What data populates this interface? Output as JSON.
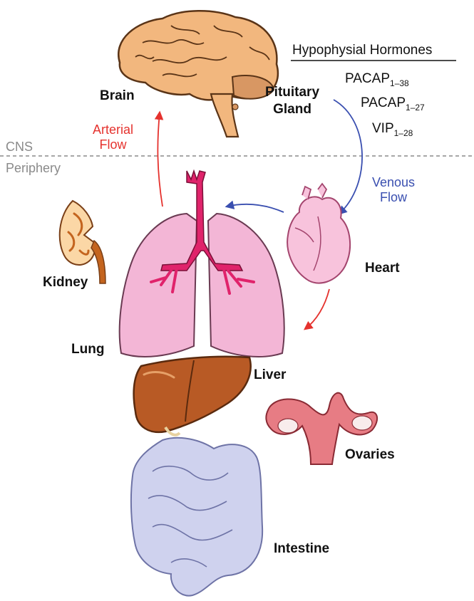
{
  "hormones": {
    "heading": "Hypophysial Hormones",
    "items": [
      {
        "name": "PACAP",
        "sub": "1–38"
      },
      {
        "name": "PACAP",
        "sub": "1–27"
      },
      {
        "name": "VIP",
        "sub": "1–28"
      }
    ]
  },
  "regions": {
    "cns": "CNS",
    "periphery": "Periphery"
  },
  "flows": {
    "arterial": [
      "Arterial",
      "Flow"
    ],
    "venous": [
      "Venous",
      "Flow"
    ]
  },
  "organs": {
    "brain": "Brain",
    "pituitary": [
      "Pituitary",
      "Gland"
    ],
    "heart": "Heart",
    "kidney": "Kidney",
    "lung": "Lung",
    "liver": "Liver",
    "ovaries": "Ovaries",
    "intestine": "Intestine"
  },
  "colors": {
    "arterial": "#e5322e",
    "venous": "#3a4fb0",
    "brain": "#f2b77e",
    "lung": "#f3b6d6",
    "trachea": "#e0236b",
    "heart": "#f8c3dc",
    "liver": "#b85a25",
    "kidney": "#c4641e",
    "ovaries": "#e77c84",
    "intestine": "#cfd2ee"
  }
}
